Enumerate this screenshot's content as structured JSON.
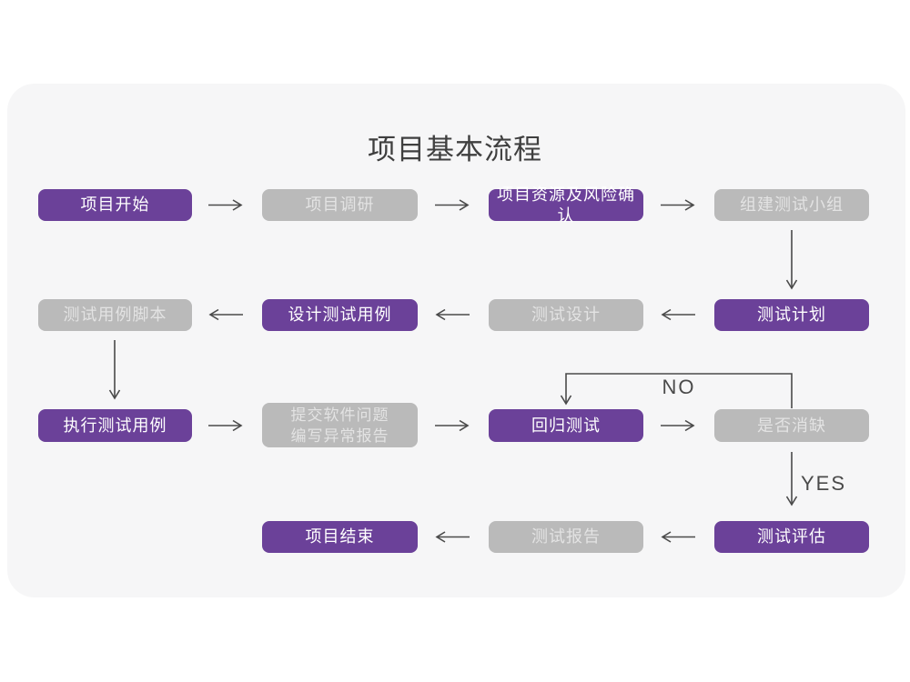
{
  "title": "项目基本流程",
  "colors": {
    "primary": "#6b4199",
    "secondary": "#bababa",
    "card_bg": "#f6f6f7",
    "arrow": "#4a4a4a",
    "title_color": "#3f3f3f",
    "primary_text": "#ffffff",
    "secondary_text": "#e3e3e3"
  },
  "edge_labels": {
    "no": "NO",
    "yes": "YES"
  },
  "nodes": [
    {
      "id": "project-start",
      "label": "项目开始",
      "variant": "primary"
    },
    {
      "id": "project-research",
      "label": "项目调研",
      "variant": "secondary"
    },
    {
      "id": "resource-risk-confirm",
      "label": "项目资源及风险确认",
      "variant": "primary"
    },
    {
      "id": "form-test-team",
      "label": "组建测试小组",
      "variant": "secondary"
    },
    {
      "id": "test-case-script",
      "label": "测试用例脚本",
      "variant": "secondary"
    },
    {
      "id": "design-test-cases",
      "label": "设计测试用例",
      "variant": "primary"
    },
    {
      "id": "test-design",
      "label": "测试设计",
      "variant": "secondary"
    },
    {
      "id": "test-plan",
      "label": "测试计划",
      "variant": "primary"
    },
    {
      "id": "execute-test-cases",
      "label": "执行测试用例",
      "variant": "primary"
    },
    {
      "id": "submit-issue-report",
      "label": "提交软件问题",
      "label2": "编写异常报告",
      "variant": "secondary"
    },
    {
      "id": "regression-test",
      "label": "回归测试",
      "variant": "primary"
    },
    {
      "id": "defect-cleared",
      "label": "是否消缺",
      "variant": "secondary"
    },
    {
      "id": "test-evaluation",
      "label": "测试评估",
      "variant": "primary"
    },
    {
      "id": "test-report",
      "label": "测试报告",
      "variant": "secondary"
    },
    {
      "id": "project-end",
      "label": "项目结束",
      "variant": "primary"
    }
  ]
}
